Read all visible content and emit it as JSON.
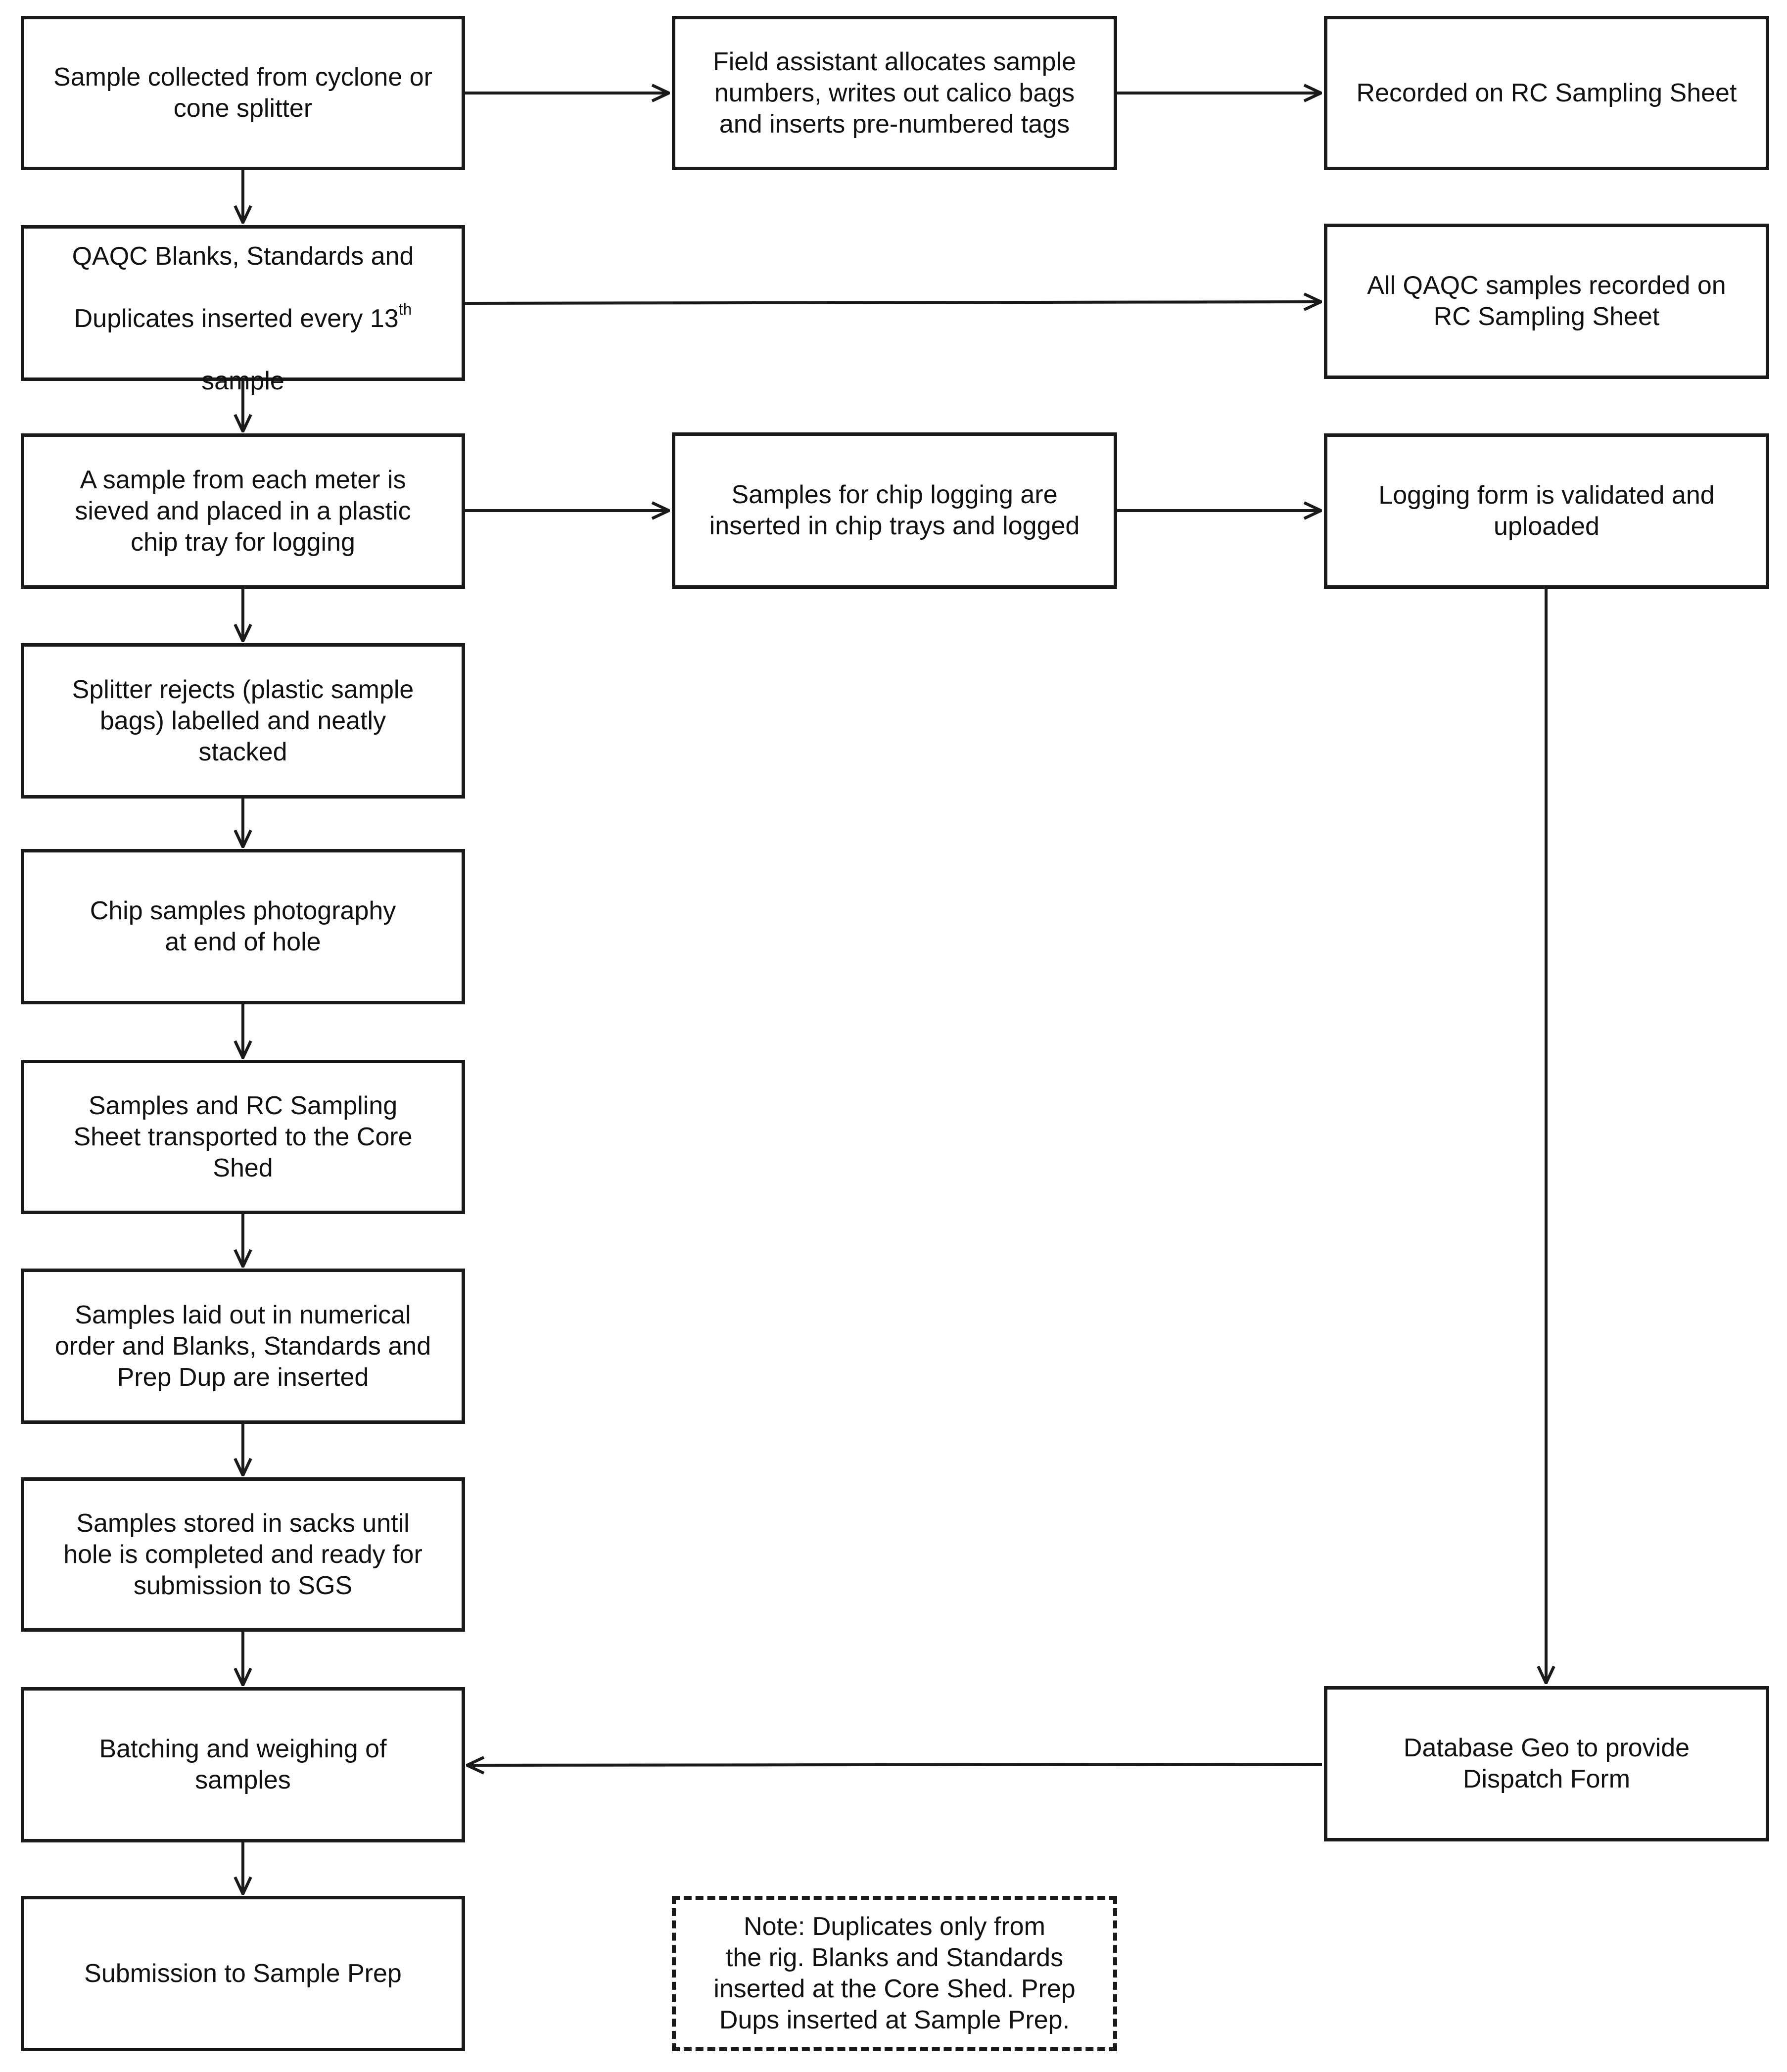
{
  "flowchart": {
    "steps": {
      "sample_collected": "Sample collected from cyclone or\ncone splitter",
      "field_assistant": "Field assistant allocates sample\nnumbers, writes out calico bags\nand inserts pre-numbered tags",
      "recorded_rc_sheet": "Recorded on RC Sampling Sheet",
      "qaqc_inserted": {
        "line1": "QAQC Blanks, Standards and",
        "line2_pre": "Duplicates inserted every 13",
        "line2_sup": "th",
        "line3": "sample"
      },
      "qaqc_recorded": "All QAQC samples recorded on\nRC Sampling Sheet",
      "sample_sieved": "A sample from each meter is\nsieved and placed in a plastic\nchip tray for logging",
      "chip_logging": "Samples for chip logging are\ninserted in chip trays and logged",
      "logging_form": "Logging form is validated and\nuploaded",
      "splitter_rejects": "Splitter rejects (plastic sample\nbags) labelled and neatly\nstacked",
      "chip_photography": "Chip samples photography\nat end of hole",
      "transported": "Samples and RC Sampling\nSheet transported to the Core\nShed",
      "laid_out": "Samples laid out in numerical\norder and Blanks, Standards and\nPrep Dup are inserted",
      "stored_sacks": "Samples stored in sacks until\nhole is completed and ready for\nsubmission to SGS",
      "batching": "Batching and weighing of\nsamples",
      "database_geo": "Database Geo to provide\nDispatch Form",
      "submission": "Submission to Sample Prep"
    },
    "note": "Note: Duplicates only from\nthe rig. Blanks and Standards\ninserted at the Core Shed. Prep\nDups inserted at Sample Prep.",
    "colors": {
      "stroke": "#1a1a1a",
      "background": "#ffffff"
    }
  }
}
